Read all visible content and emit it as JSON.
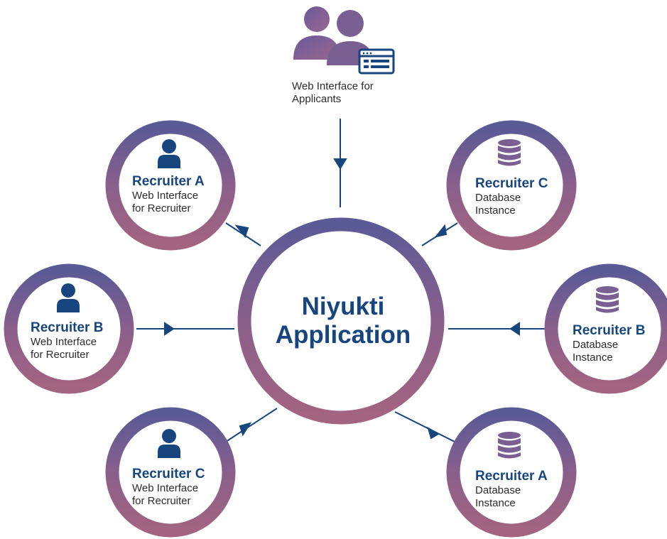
{
  "center": {
    "line1": "Niyukti",
    "line2": "Application"
  },
  "applicants": {
    "line1": "Web Interface for",
    "line2": "Applicants",
    "icon": "users-browser-icon"
  },
  "nodes": {
    "recruiter_a_web": {
      "title": "Recruiter A",
      "line1": "Web Interface",
      "line2": "for Recruiter",
      "icon": "user-icon"
    },
    "recruiter_b_web": {
      "title": "Recruiter B",
      "line1": "Web Interface",
      "line2": "for Recruiter",
      "icon": "user-icon"
    },
    "recruiter_c_web": {
      "title": "Recruiter C",
      "line1": "Web Interface",
      "line2": "for Recruiter",
      "icon": "user-icon"
    },
    "recruiter_c_db": {
      "title": "Recruiter C",
      "line1": "Database",
      "line2": "Instance",
      "icon": "database-icon"
    },
    "recruiter_b_db": {
      "title": "Recruiter B",
      "line1": "Database",
      "line2": "Instance",
      "icon": "database-icon"
    },
    "recruiter_a_db": {
      "title": "Recruiter A",
      "line1": "Database",
      "line2": "Instance",
      "icon": "database-icon"
    }
  },
  "colors": {
    "ring_start": "#5a5a96",
    "ring_end": "#a3647f",
    "connector": "#17467e",
    "text_dark": "#17467e"
  }
}
